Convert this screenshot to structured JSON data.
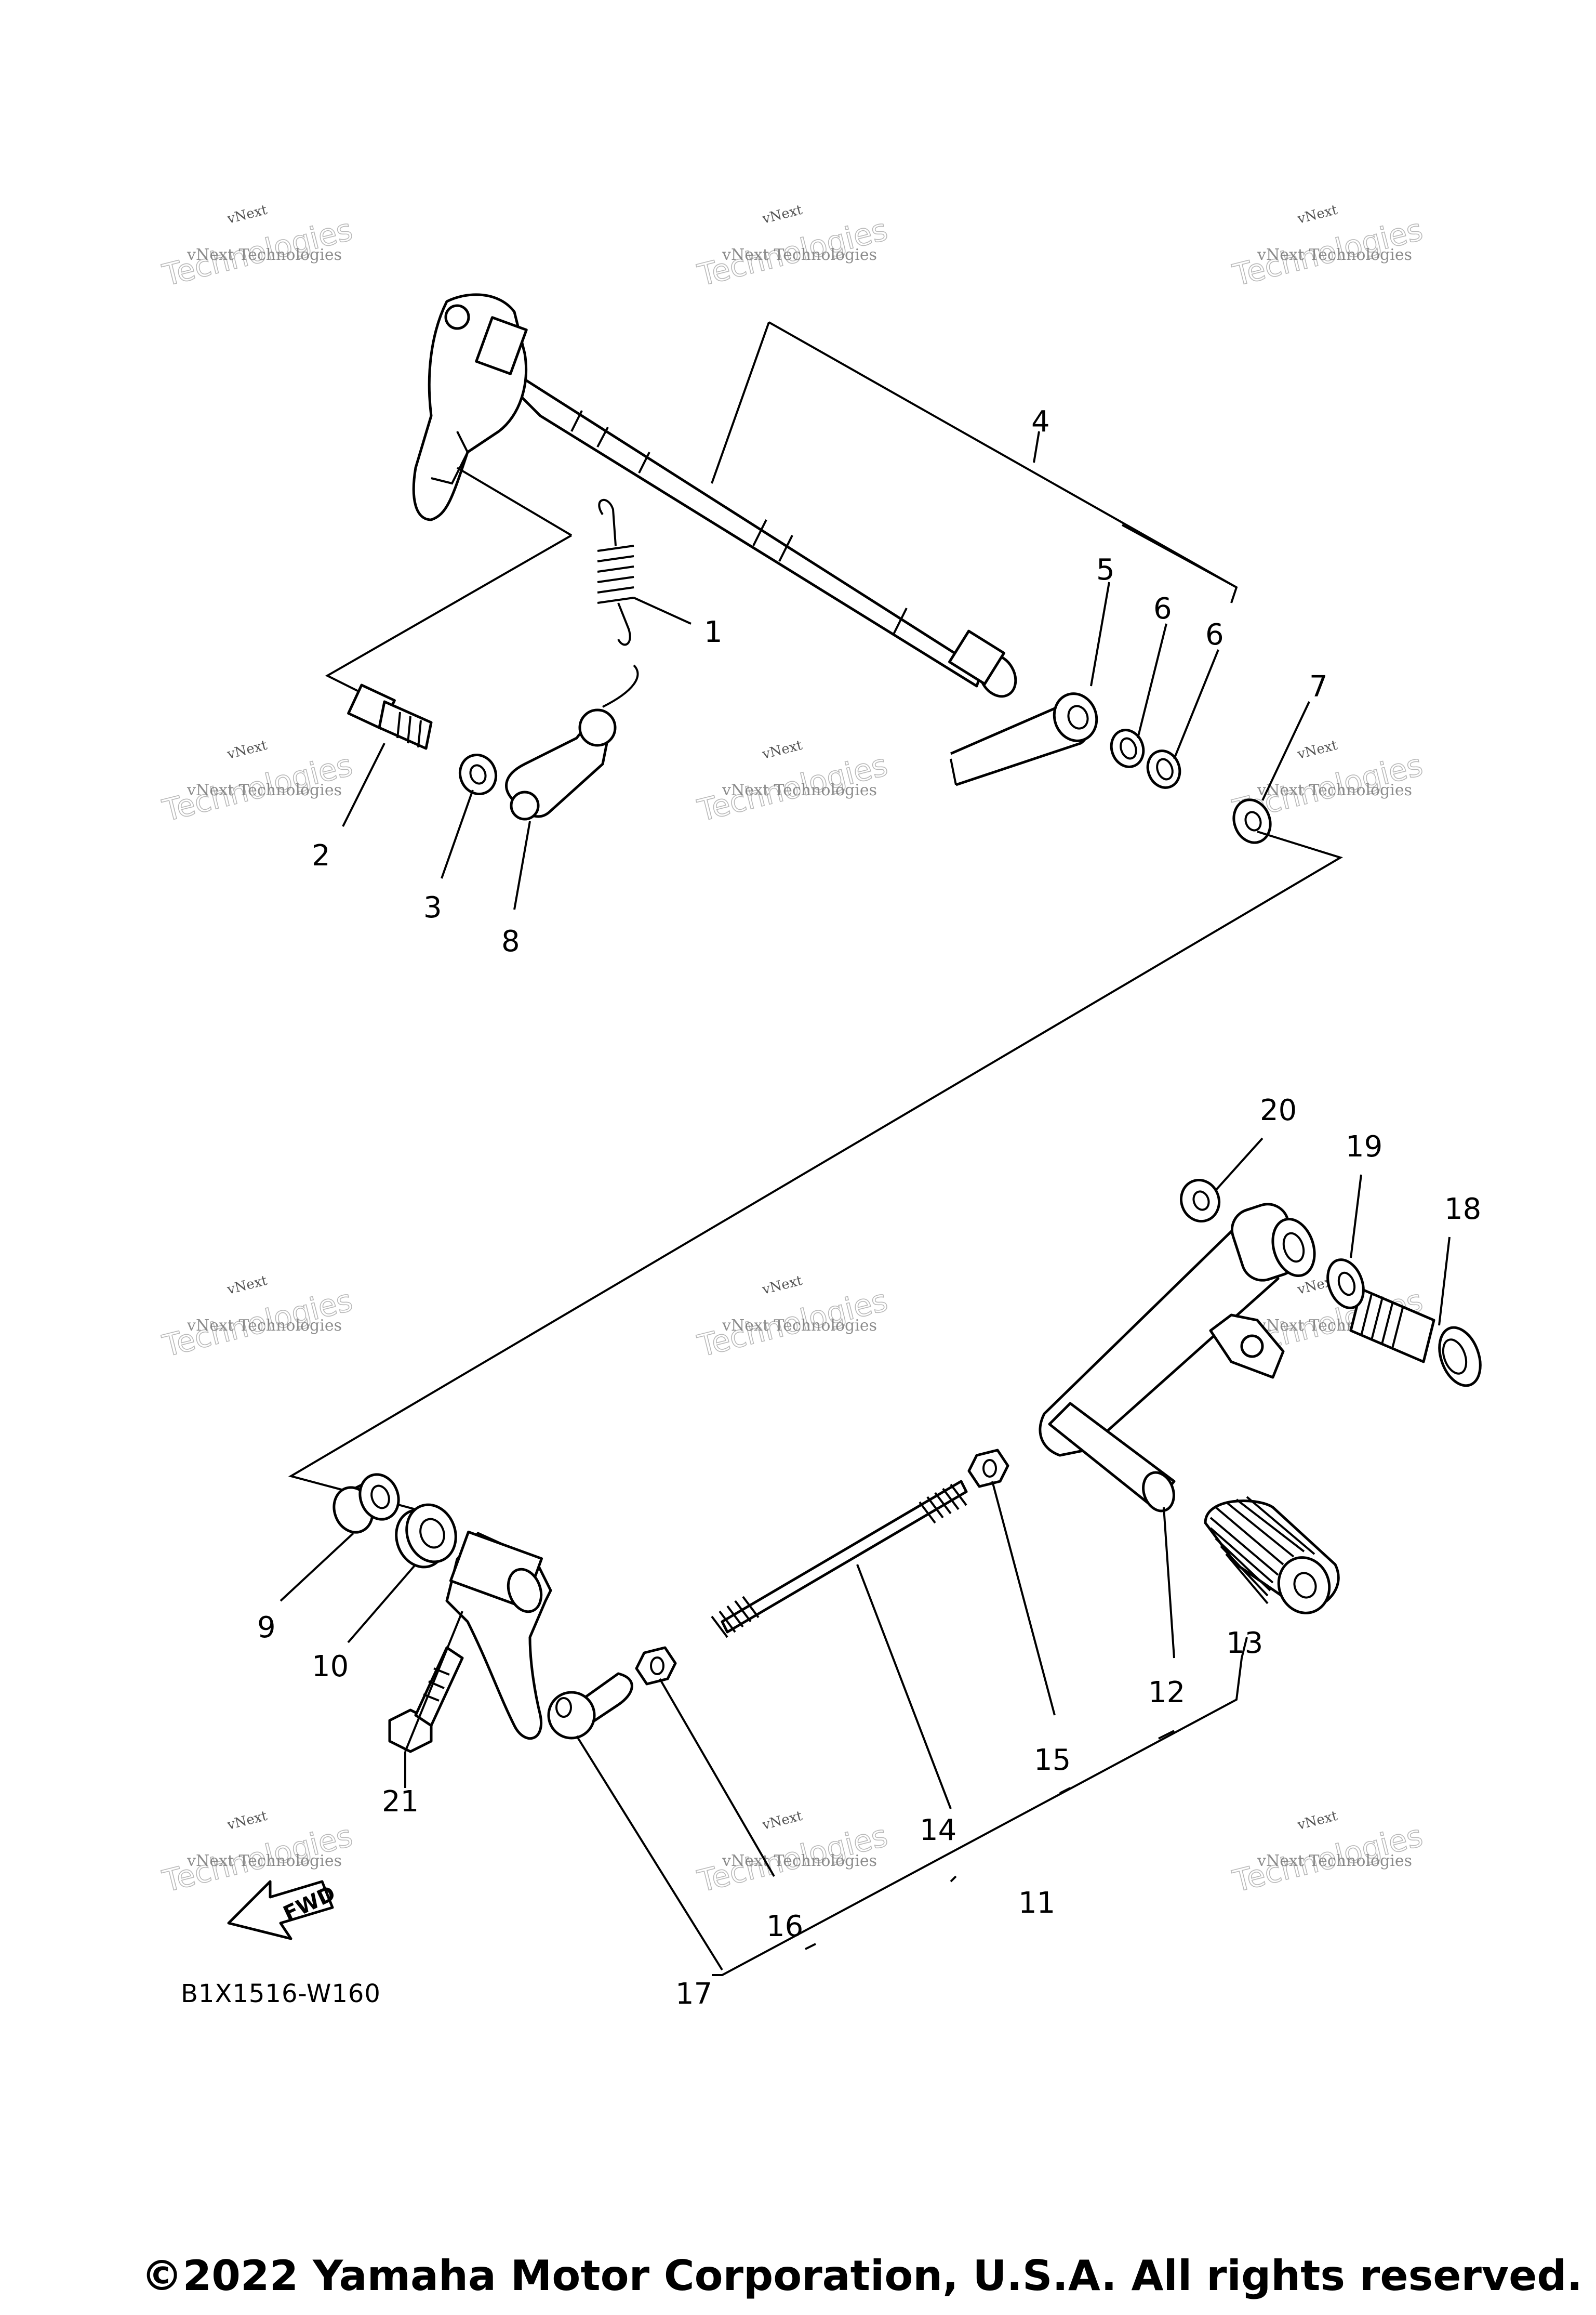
{
  "diagram": {
    "code": "B1X1516-W160",
    "copyright": "©2022 Yamaha Motor Corporation, U.S.A. All rights reserved.",
    "fwd_label": "FWD",
    "callouts": [
      "1",
      "2",
      "3",
      "4",
      "5",
      "6",
      "6",
      "7",
      "8",
      "9",
      "10",
      "11",
      "12",
      "13",
      "14",
      "15",
      "16",
      "17",
      "18",
      "19",
      "20",
      "21"
    ],
    "watermark": {
      "line1": "vNext",
      "line2": "Technologies",
      "line3": "vNext Technologies"
    }
  }
}
